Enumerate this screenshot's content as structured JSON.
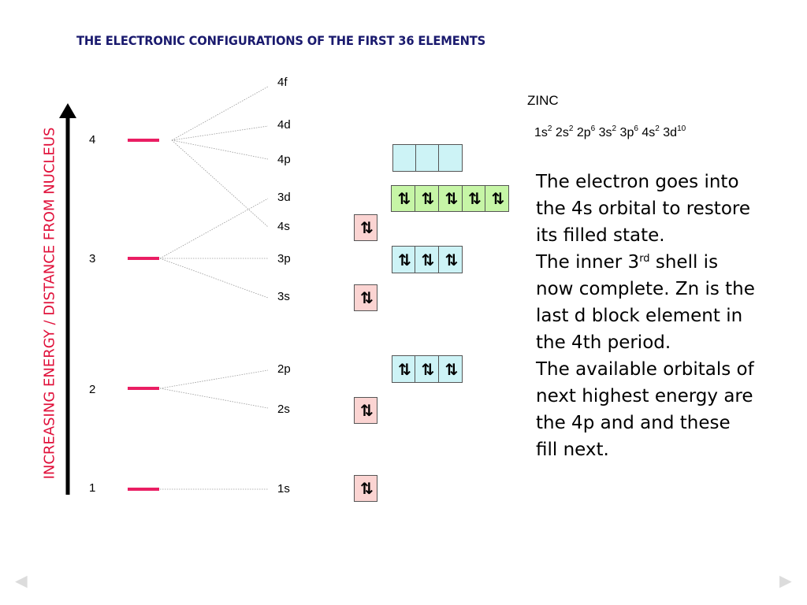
{
  "title": "THE ELECTRONIC CONFIGURATIONS OF THE FIRST 36 ELEMENTS",
  "axis_label": "INCREASING ENERGY / DISTANCE FROM NUCLEUS",
  "shells": [
    "1",
    "2",
    "3",
    "4"
  ],
  "orbitals": [
    "1s",
    "2s",
    "2p",
    "3s",
    "3p",
    "4s",
    "3d",
    "4p",
    "4d",
    "4f"
  ],
  "electron_pair": "⇅",
  "element": {
    "name": "ZINC",
    "config": [
      {
        "sub": "1s",
        "n": "2"
      },
      {
        "sub": "2s",
        "n": "2"
      },
      {
        "sub": "2p",
        "n": "6"
      },
      {
        "sub": "3s",
        "n": "2"
      },
      {
        "sub": "3p",
        "n": "6"
      },
      {
        "sub": "4s",
        "n": "2"
      },
      {
        "sub": "3d",
        "n": "10"
      }
    ]
  },
  "explanation": {
    "p1": "The electron goes into the 4s orbital to restore its filled state.",
    "p2_before": "The inner 3",
    "p2_sup": "rd",
    "p2_after": " shell is now complete. Zn is the last d block element in the 4th period.",
    "p3": "The available orbitals of next highest energy are the 4p and and these fill next."
  },
  "colors": {
    "title": "#1a1a6e",
    "axis_label": "#e0103a",
    "level_bar": "#ea1e63",
    "s_box": "#fbd4d2",
    "p_box": "#cdf3f6",
    "d_box": "#c6f5a6"
  },
  "nav": {
    "prev": "◄",
    "next": "►"
  }
}
